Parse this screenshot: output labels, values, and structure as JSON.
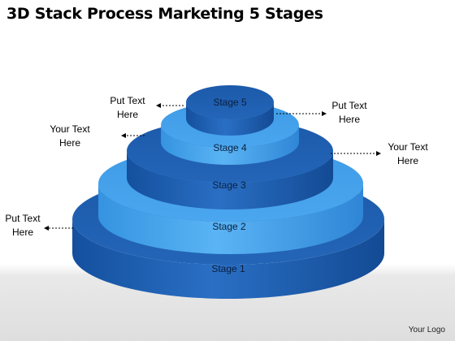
{
  "title": "3D Stack Process Marketing 5 Stages",
  "stages": [
    "Stage 1",
    "Stage 2",
    "Stage 3",
    "Stage 4",
    "Stage 5"
  ],
  "callouts": [
    {
      "line1": "Put Text",
      "line2": "Here"
    },
    {
      "line1": "Your Text",
      "line2": "Here"
    },
    {
      "line1": "Put Text",
      "line2": "Here"
    },
    {
      "line1": "Put Text",
      "line2": "Here"
    },
    {
      "line1": "Your Text",
      "line2": "Here"
    }
  ],
  "logo": "Your Logo",
  "colors": {
    "dark_blue": "#1f5fb6",
    "light_blue": "#4aa8f0",
    "label_text": "#0a1f3e"
  }
}
